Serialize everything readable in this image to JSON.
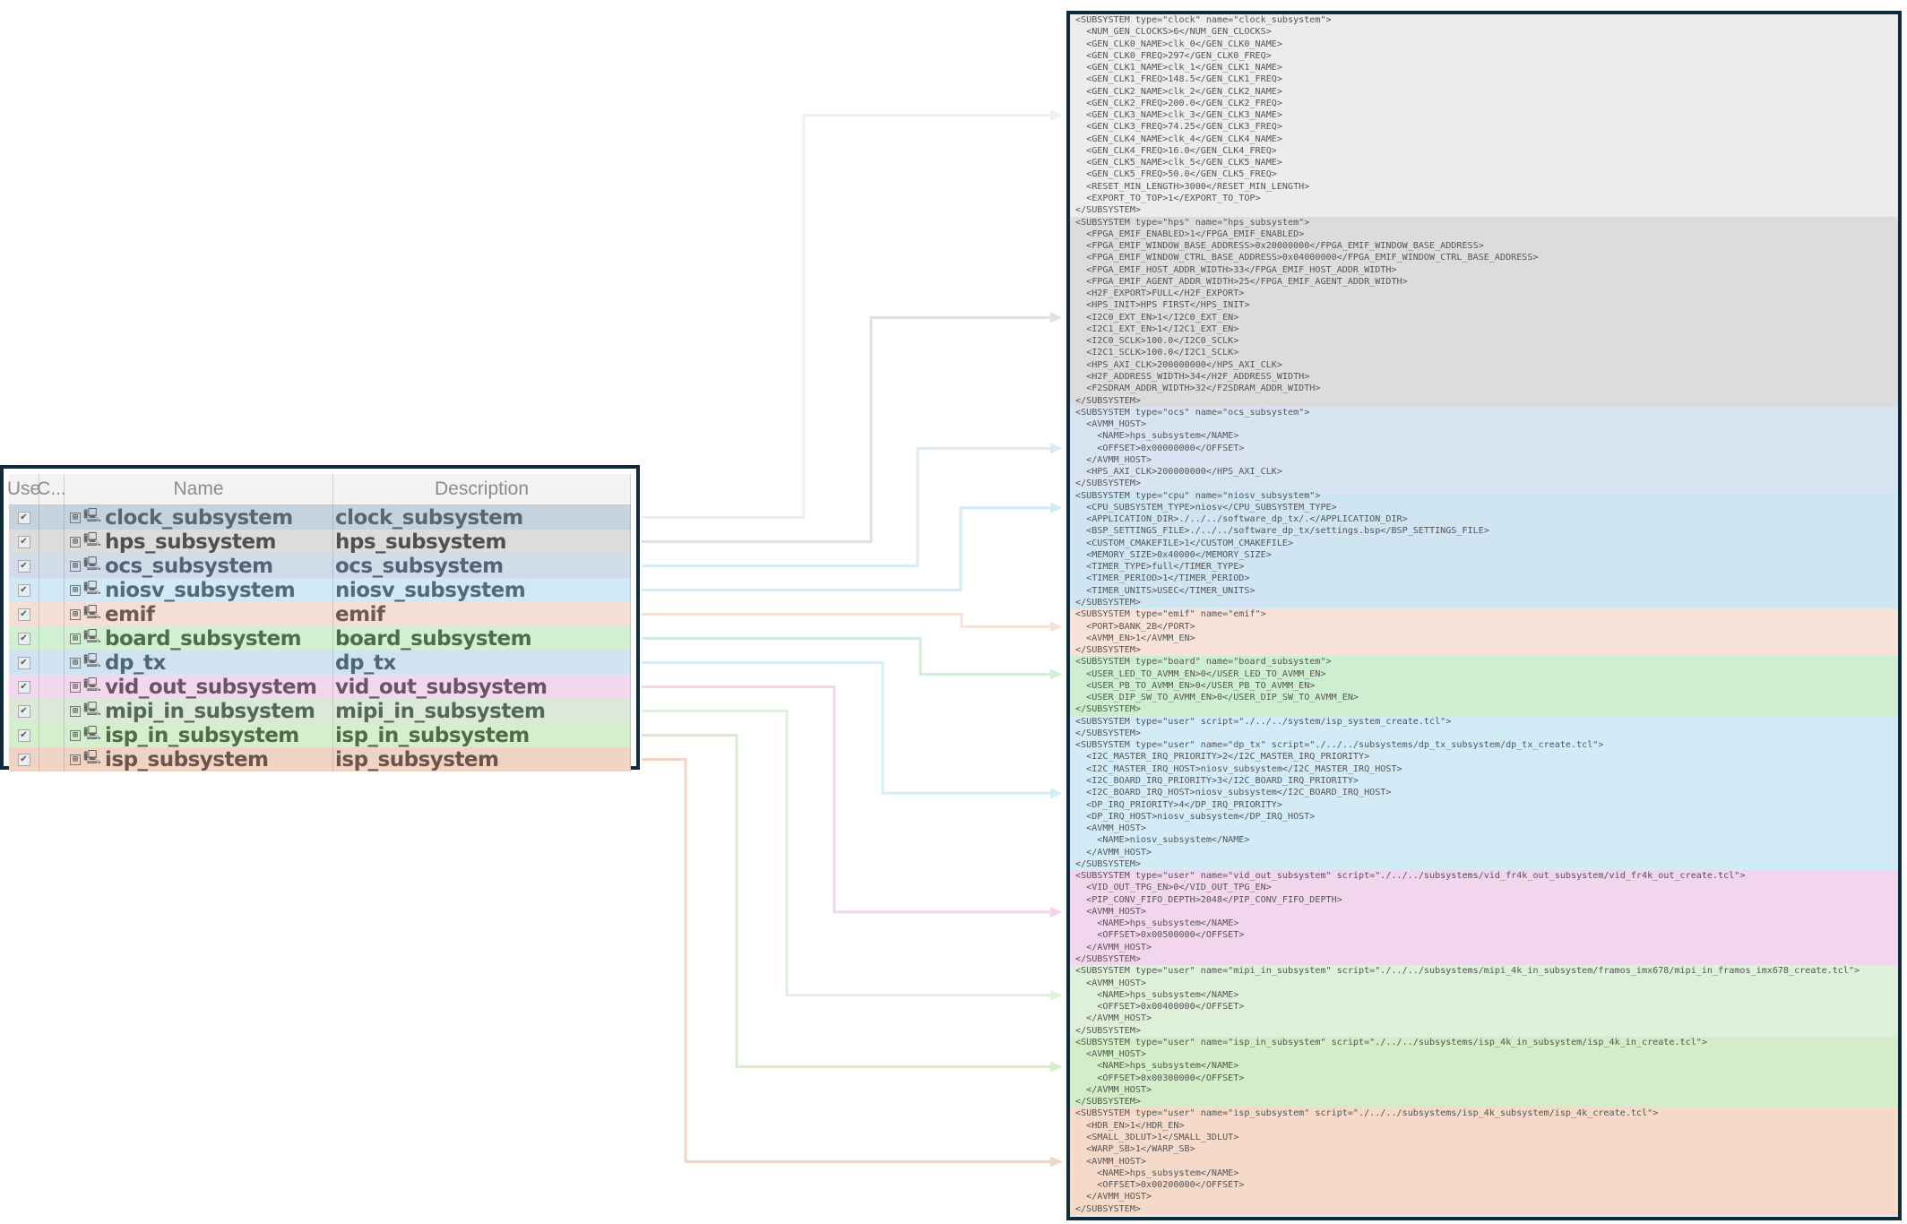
{
  "table": {
    "headers": {
      "use": "Use",
      "c": "C...",
      "name": "Name",
      "description": "Description"
    },
    "rows": [
      {
        "name": "clock_subsystem",
        "description": "clock_subsystem",
        "checked": true,
        "bg": "#c5d3df",
        "text": "#5a6670",
        "line": "#efefef"
      },
      {
        "name": "hps_subsystem",
        "description": "hps_subsystem",
        "checked": true,
        "bg": "#dcdcdc",
        "text": "#505050",
        "line": "#e0e0e0"
      },
      {
        "name": "ocs_subsystem",
        "description": "ocs_subsystem",
        "checked": true,
        "bg": "#d0dce9",
        "text": "#556473",
        "line": "#dde8f5"
      },
      {
        "name": "niosv_subsystem",
        "description": "niosv_subsystem",
        "checked": true,
        "bg": "#d2e8f5",
        "text": "#536a7a",
        "line": "#d3e9f5"
      },
      {
        "name": "emif",
        "description": "emif",
        "checked": true,
        "bg": "#f3dfd5",
        "text": "#6e5a52",
        "line": "#f6e2d8"
      },
      {
        "name": "board_subsystem",
        "description": "board_subsystem",
        "checked": true,
        "bg": "#d1efd1",
        "text": "#4e6d4e",
        "line": "#d3efd3"
      },
      {
        "name": "dp_tx",
        "description": "dp_tx",
        "checked": true,
        "bg": "#cfe4f0",
        "text": "#4f6675",
        "line": "#d6ecf7"
      },
      {
        "name": "vid_out_subsystem",
        "description": "vid_out_subsystem",
        "checked": true,
        "bg": "#f2d8ee",
        "text": "#6b5468",
        "line": "#f1d6ee"
      },
      {
        "name": "mipi_in_subsystem",
        "description": "mipi_in_subsystem",
        "checked": true,
        "bg": "#dbe9d8",
        "text": "#55685a",
        "line": "#e1f0de"
      },
      {
        "name": "isp_in_subsystem",
        "description": "isp_in_subsystem",
        "checked": true,
        "bg": "#d4efcc",
        "text": "#4e6c4a",
        "line": "#d5edcc"
      },
      {
        "name": "isp_subsystem",
        "description": "isp_subsystem",
        "checked": true,
        "bg": "#efd4c5",
        "text": "#6b554b",
        "line": "#efd6c8"
      }
    ]
  },
  "code_blocks": [
    {
      "id": "clock",
      "bg": "#ececec",
      "lines": [
        "<SUBSYSTEM type=\"clock\" name=\"clock_subsystem\">",
        "  <NUM_GEN_CLOCKS>6</NUM_GEN_CLOCKS>",
        "  <GEN_CLK0_NAME>clk_0</GEN_CLK0_NAME>",
        "  <GEN_CLK0_FREQ>297</GEN_CLK0_FREQ>",
        "  <GEN_CLK1_NAME>clk_1</GEN_CLK1_NAME>",
        "  <GEN_CLK1_FREQ>148.5</GEN_CLK1_FREQ>",
        "  <GEN_CLK2_NAME>clk_2</GEN_CLK2_NAME>",
        "  <GEN_CLK2_FREQ>200.0</GEN_CLK2_FREQ>",
        "  <GEN_CLK3_NAME>clk_3</GEN_CLK3_NAME>",
        "  <GEN_CLK3_FREQ>74.25</GEN_CLK3_FREQ>",
        "  <GEN_CLK4_NAME>clk_4</GEN_CLK4_NAME>",
        "  <GEN_CLK4_FREQ>16.0</GEN_CLK4_FREQ>",
        "  <GEN_CLK5_NAME>clk_5</GEN_CLK5_NAME>",
        "  <GEN_CLK5_FREQ>50.0</GEN_CLK5_FREQ>",
        "  <RESET_MIN_LENGTH>3000</RESET_MIN_LENGTH>",
        "  <EXPORT_TO_TOP>1</EXPORT_TO_TOP>",
        "</SUBSYSTEM>"
      ]
    },
    {
      "id": "hps",
      "bg": "#dcdcdc",
      "lines": [
        "<SUBSYSTEM type=\"hps\" name=\"hps_subsystem\">",
        "  <FPGA_EMIF_ENABLED>1</FPGA_EMIF_ENABLED>",
        "  <FPGA_EMIF_WINDOW_BASE_ADDRESS>0x20000000</FPGA_EMIF_WINDOW_BASE_ADDRESS>",
        "  <FPGA_EMIF_WINDOW_CTRL_BASE_ADDRESS>0x04000000</FPGA_EMIF_WINDOW_CTRL_BASE_ADDRESS>",
        "  <FPGA_EMIF_HOST_ADDR_WIDTH>33</FPGA_EMIF_HOST_ADDR_WIDTH>",
        "  <FPGA_EMIF_AGENT_ADDR_WIDTH>25</FPGA_EMIF_AGENT_ADDR_WIDTH>",
        "  <H2F_EXPORT>FULL</H2F_EXPORT>",
        "  <HPS_INIT>HPS FIRST</HPS_INIT>",
        "  <I2C0_EXT_EN>1</I2C0_EXT_EN>",
        "  <I2C1_EXT_EN>1</I2C1_EXT_EN>",
        "  <I2C0_SCLK>100.0</I2C0_SCLK>",
        "  <I2C1_SCLK>100.0</I2C1_SCLK>",
        "  <HPS_AXI_CLK>200000000</HPS_AXI_CLK>",
        "  <H2F_ADDRESS_WIDTH>34</H2F_ADDRESS_WIDTH>",
        "  <F2SDRAM_ADDR_WIDTH>32</F2SDRAM_ADDR_WIDTH>",
        "</SUBSYSTEM>"
      ]
    },
    {
      "id": "ocs",
      "bg": "#d8e4f1",
      "lines": [
        "<SUBSYSTEM type=\"ocs\" name=\"ocs_subsystem\">",
        "  <AVMM_HOST>",
        "    <NAME>hps_subsystem</NAME>",
        "    <OFFSET>0x00000000</OFFSET>",
        "  </AVMM_HOST>",
        "  <HPS_AXI_CLK>200000000</HPS_AXI_CLK>",
        "</SUBSYSTEM>"
      ]
    },
    {
      "id": "cpu",
      "bg": "#cfe5f2",
      "lines": [
        "<SUBSYSTEM type=\"cpu\" name=\"niosv_subsystem\">",
        "  <CPU_SUBSYSTEM_TYPE>niosv</CPU_SUBSYSTEM_TYPE>",
        "  <APPLICATION_DIR>./../../software_dp_tx/.</APPLICATION_DIR>",
        "  <BSP_SETTINGS_FILE>./../../software_dp_tx/settings.bsp</BSP_SETTINGS_FILE>",
        "  <CUSTOM_CMAKEFILE>1</CUSTOM_CMAKEFILE>",
        "  <MEMORY_SIZE>0x40000</MEMORY_SIZE>",
        "  <TIMER_TYPE>full</TIMER_TYPE>",
        "  <TIMER_PERIOD>1</TIMER_PERIOD>",
        "  <TIMER_UNITS>USEC</TIMER_UNITS>",
        "</SUBSYSTEM>"
      ]
    },
    {
      "id": "emif",
      "bg": "#f6e2d8",
      "lines": [
        "<SUBSYSTEM type=\"emif\" name=\"emif\">",
        "  <PORT>BANK_2B</PORT>",
        "  <AVMM_EN>1</AVMM_EN>",
        "</SUBSYSTEM>"
      ]
    },
    {
      "id": "board",
      "bg": "#cdefd0",
      "lines": [
        "<SUBSYSTEM type=\"board\" name=\"board_subsystem\">",
        "  <USER_LED_TO_AVMM_EN>0</USER_LED_TO_AVMM_EN>",
        "  <USER_PB_TO_AVMM_EN>0</USER_PB_TO_AVMM_EN>",
        "  <USER_DIP_SW_TO_AVMM_EN>0</USER_DIP_SW_TO_AVMM_EN>",
        "</SUBSYSTEM>"
      ]
    },
    {
      "id": "user-system",
      "bg": "#d3ebf7",
      "lines": [
        "<SUBSYSTEM type=\"user\" script=\"./../../system/isp_system_create.tcl\">",
        "</SUBSYSTEM>",
        "<SUBSYSTEM type=\"user\" name=\"dp_tx\" script=\"./../../subsystems/dp_tx_subsystem/dp_tx_create.tcl\">",
        "  <I2C_MASTER_IRQ_PRIORITY>2</I2C_MASTER_IRQ_PRIORITY>",
        "  <I2C_MASTER_IRQ_HOST>niosv_subsystem</I2C_MASTER_IRQ_HOST>",
        "  <I2C_BOARD_IRQ_PRIORITY>3</I2C_BOARD_IRQ_PRIORITY>",
        "  <I2C_BOARD_IRQ_HOST>niosv_subsystem</I2C_BOARD_IRQ_HOST>",
        "  <DP_IRQ_PRIORITY>4</DP_IRQ_PRIORITY>",
        "  <DP_IRQ_HOST>niosv_subsystem</DP_IRQ_HOST>",
        "  <AVMM_HOST>",
        "    <NAME>niosv_subsystem</NAME>",
        "  </AVMM_HOST>",
        "</SUBSYSTEM>"
      ]
    },
    {
      "id": "vid_out",
      "bg": "#f1d6ee",
      "lines": [
        "<SUBSYSTEM type=\"user\" name=\"vid_out_subsystem\" script=\"./../../subsystems/vid_fr4k_out_subsystem/vid_fr4k_out_create.tcl\">",
        "  <VID_OUT_TPG_EN>0</VID_OUT_TPG_EN>",
        "  <PIP_CONV_FIFO_DEPTH>2048</PIP_CONV_FIFO_DEPTH>",
        "  <AVMM_HOST>",
        "    <NAME>hps_subsystem</NAME>",
        "    <OFFSET>0x00500000</OFFSET>",
        "  </AVMM_HOST>",
        "</SUBSYSTEM>"
      ]
    },
    {
      "id": "mipi_in",
      "bg": "#def0da",
      "lines": [
        "<SUBSYSTEM type=\"user\" name=\"mipi_in_subsystem\" script=\"./../../subsystems/mipi_4k_in_subsystem/framos_imx678/mipi_in_framos_imx678_create.tcl\">",
        "  <AVMM_HOST>",
        "    <NAME>hps_subsystem</NAME>",
        "    <OFFSET>0x00400000</OFFSET>",
        "  </AVMM_HOST>",
        "</SUBSYSTEM>"
      ]
    },
    {
      "id": "isp_in",
      "bg": "#d2edc8",
      "lines": [
        "<SUBSYSTEM type=\"user\" name=\"isp_in_subsystem\" script=\"./../../subsystems/isp_4k_in_subsystem/isp_4k_in_create.tcl\">",
        "  <AVMM_HOST>",
        "    <NAME>hps_subsystem</NAME>",
        "    <OFFSET>0x00300000</OFFSET>",
        "  </AVMM_HOST>",
        "</SUBSYSTEM>"
      ]
    },
    {
      "id": "isp",
      "bg": "#f5d9c9",
      "lines": [
        "<SUBSYSTEM type=\"user\" name=\"isp_subsystem\" script=\"./../../subsystems/isp_4k_subsystem/isp_4k_create.tcl\">",
        "  <HDR_EN>1</HDR_EN>",
        "  <SMALL_3DLUT>1</SMALL_3DLUT>",
        "  <WARP_SB>1</WARP_SB>",
        "  <AVMM_HOST>",
        "    <NAME>hps_subsystem</NAME>",
        "    <OFFSET>0x00200000</OFFSET>",
        "  </AVMM_HOST>",
        "</SUBSYSTEM>"
      ]
    }
  ],
  "connectors": [
    {
      "from_row": 0,
      "to_line": 8
    },
    {
      "from_row": 1,
      "to_line": 25
    },
    {
      "from_row": 2,
      "to_line": 36
    },
    {
      "from_row": 3,
      "to_line": 41
    },
    {
      "from_row": 4,
      "to_line": 51
    },
    {
      "from_row": 5,
      "to_line": 55
    },
    {
      "from_row": 6,
      "to_line": 65
    },
    {
      "from_row": 7,
      "to_line": 75
    },
    {
      "from_row": 8,
      "to_line": 82
    },
    {
      "from_row": 9,
      "to_line": 88
    },
    {
      "from_row": 10,
      "to_line": 96
    }
  ],
  "icons": {
    "expand": "⊞",
    "checkbox_check": "✔",
    "system": "🖳"
  }
}
